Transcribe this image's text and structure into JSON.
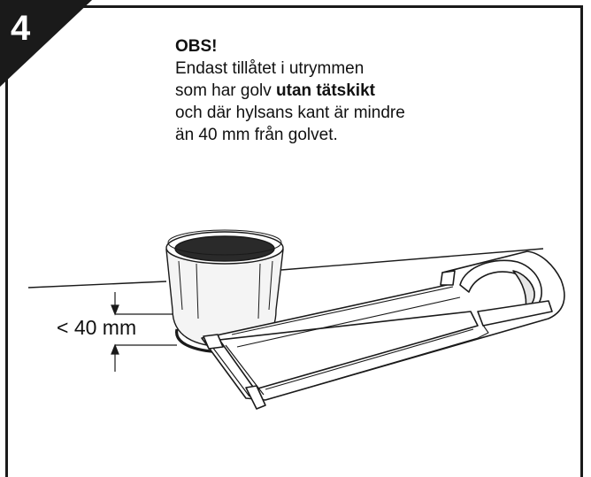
{
  "step": {
    "number": "4"
  },
  "note": {
    "title": "OBS!",
    "line1": "Endast tillåtet i utrymmen",
    "line2_prefix": "som har golv ",
    "line2_bold": "utan tätskikt",
    "line3": "och där hylsans kant är mindre",
    "line4": "än 40 mm från golvet."
  },
  "illustration": {
    "measure_label": "< 40 mm"
  }
}
